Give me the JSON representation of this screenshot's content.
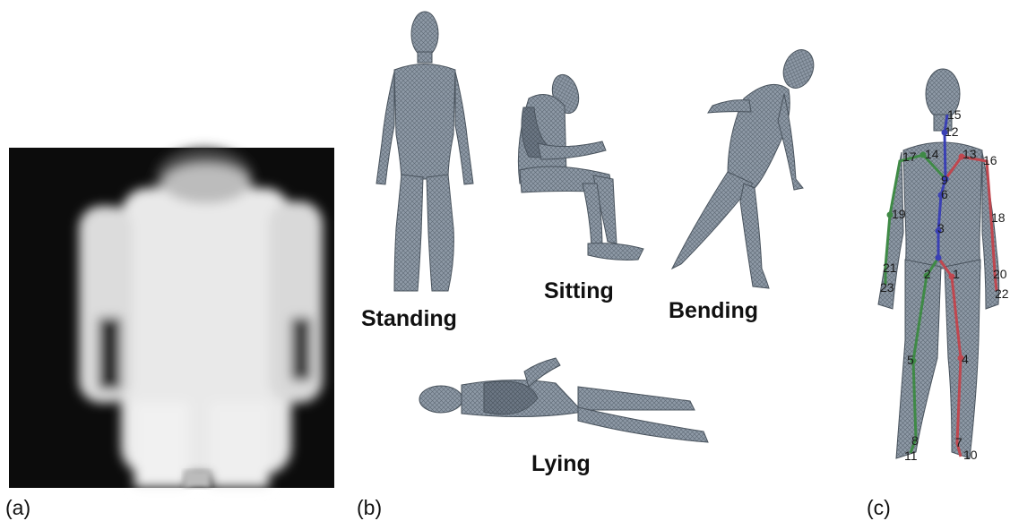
{
  "panel_labels": {
    "a": "(a)",
    "b": "(b)",
    "c": "(c)"
  },
  "poses": {
    "standing": "Standing",
    "sitting": "Sitting",
    "bending": "Bending",
    "lying": "Lying"
  },
  "colors": {
    "mesh": "#8e99a6",
    "mesh_line": "#5d6873",
    "left_chain": "#c0474f",
    "right_chain": "#3f8a46",
    "spine": "#3a40b5"
  },
  "joints": [
    "1",
    "2",
    "3",
    "4",
    "5",
    "6",
    "7",
    "8",
    "9",
    "10",
    "11",
    "12",
    "13",
    "14",
    "15",
    "16",
    "17",
    "18",
    "19",
    "20",
    "21",
    "22",
    "23"
  ]
}
